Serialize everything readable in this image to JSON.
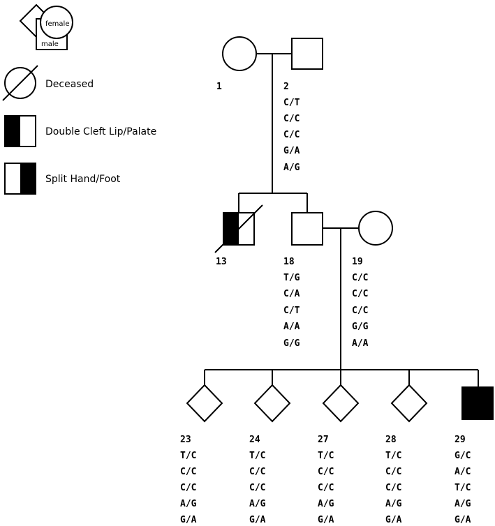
{
  "legend": {
    "key_female": "female",
    "key_male": "male",
    "deceased": "Deceased",
    "double_cleft": "Double Cleft Lip/Palate",
    "split_hand": "Split Hand/Foot"
  },
  "individuals": {
    "i1": {
      "id": "1",
      "genotypes": []
    },
    "i2": {
      "id": "2",
      "genotypes": [
        "C/T",
        "C/C",
        "C/C",
        "G/A",
        "A/G"
      ]
    },
    "i13": {
      "id": "13",
      "genotypes": []
    },
    "i18": {
      "id": "18",
      "genotypes": [
        "T/G",
        "C/A",
        "C/T",
        "A/A",
        "G/G"
      ]
    },
    "i19": {
      "id": "19",
      "genotypes": [
        "C/C",
        "C/C",
        "C/C",
        "G/G",
        "A/A"
      ]
    },
    "i23": {
      "id": "23",
      "genotypes": [
        "T/C",
        "C/C",
        "C/C",
        "A/G",
        "G/A"
      ]
    },
    "i24": {
      "id": "24",
      "genotypes": [
        "T/C",
        "C/C",
        "C/C",
        "A/G",
        "G/A"
      ]
    },
    "i27": {
      "id": "27",
      "genotypes": [
        "T/C",
        "C/C",
        "C/C",
        "A/G",
        "G/A"
      ]
    },
    "i28": {
      "id": "28",
      "genotypes": [
        "T/C",
        "C/C",
        "C/C",
        "A/G",
        "G/A"
      ]
    },
    "i29": {
      "id": "29",
      "genotypes": [
        "G/C",
        "A/C",
        "T/C",
        "A/G",
        "G/A"
      ]
    }
  }
}
